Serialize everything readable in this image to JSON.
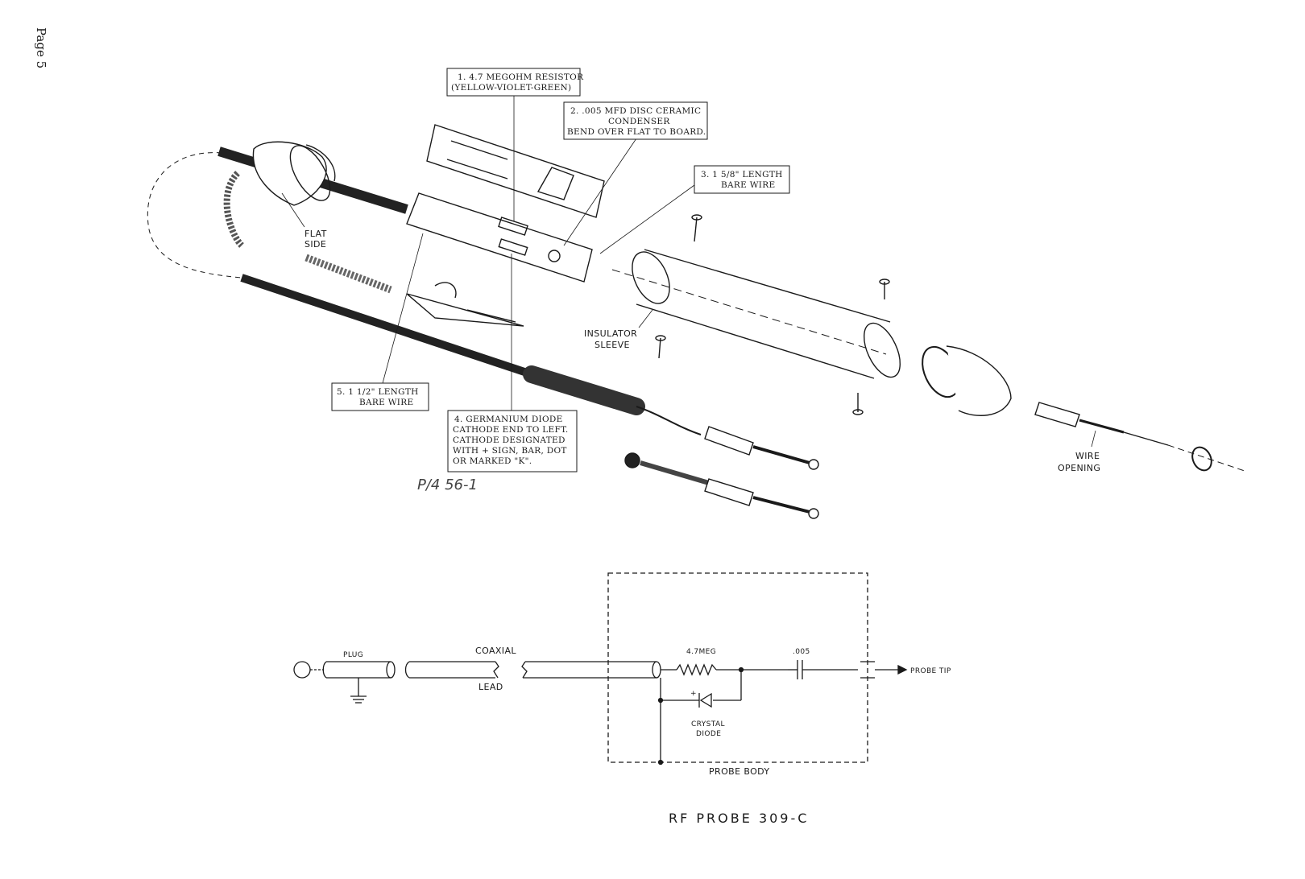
{
  "page": {
    "label": "Page 5"
  },
  "exploded_view": {
    "callouts": {
      "resistor": [
        "1. 4.7 MEGOHM RESISTOR",
        "(YELLOW-VIOLET-GREEN)"
      ],
      "condenser": [
        "2. .005 MFD DISC CERAMIC",
        "CONDENSER",
        "BEND OVER FLAT TO BOARD."
      ],
      "bare_wire_upper": [
        "3. 1 5/8\" LENGTH",
        "BARE WIRE"
      ],
      "bare_wire_lower": [
        "5. 1 1/2\" LENGTH",
        "BARE WIRE"
      ],
      "diode": [
        "4. GERMANIUM DIODE",
        "CATHODE END TO LEFT.",
        "CATHODE  DESIGNATED",
        "WITH + SIGN, BAR, DOT",
        "OR MARKED \"K\"."
      ]
    },
    "labels": {
      "flat_side": [
        "FLAT",
        "SIDE"
      ],
      "insulator_sleeve": [
        "INSULATOR",
        "SLEEVE"
      ],
      "wire_opening": [
        "WIRE",
        "OPENING"
      ]
    },
    "handwritten_note": "P/4  56-1"
  },
  "schematic": {
    "plug": "PLUG",
    "coaxial": "COAXIAL",
    "lead": "LEAD",
    "resistor_value": "4.7MEG",
    "capacitor_value": ".005",
    "probe_tip": "PROBE TIP",
    "diode_label": [
      "CRYSTAL",
      "DIODE"
    ],
    "diode_polarity": "+",
    "probe_body": "PROBE BODY"
  },
  "footer": {
    "title": "RF PROBE  309-C"
  }
}
